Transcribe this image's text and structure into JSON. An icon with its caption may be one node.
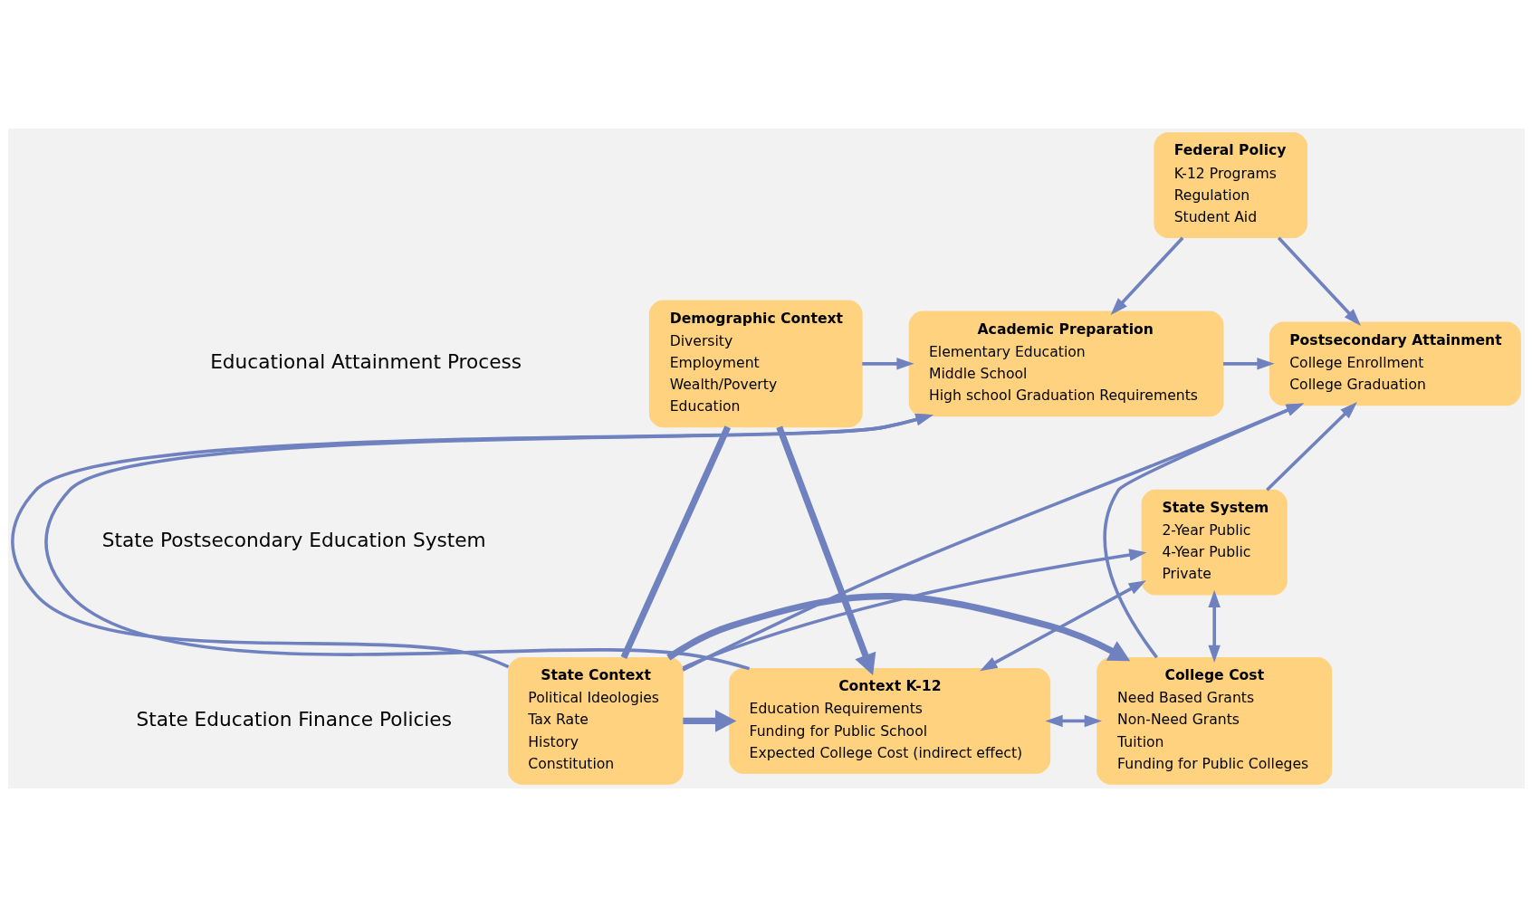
{
  "diagram": {
    "nodes": [
      {
        "text": [
          "Federal Policy",
          "K-12 Programs",
          "Regulation",
          "Student Aid"
        ]
      },
      {
        "text": [
          "Demographic Context",
          "Diversity",
          "Employment",
          "Wealth/Poverty",
          "Education"
        ]
      },
      {
        "text": [
          "Academic Preparation",
          "Elementary Education",
          "Middle School",
          "High school Graduation Requirements"
        ]
      },
      {
        "text": [
          "Postsecondary Attainment",
          "College Enrollment",
          "College Graduation"
        ]
      },
      {
        "text": [
          "State System",
          "2-Year Public",
          "4-Year Public",
          "Private"
        ]
      },
      {
        "text": [
          "State Context",
          "Political Ideologies",
          "Tax Rate",
          "History",
          "Constitution"
        ]
      },
      {
        "text": [
          "Context K-12",
          "Education Requirements",
          "Funding for Public School",
          "Expected College Cost (indirect effect)"
        ]
      },
      {
        "text": [
          "College Cost",
          "Need Based Grants",
          "Non-Need Grants",
          "Tuition",
          "Funding for Public Colleges"
        ]
      }
    ],
    "edges": [
      {
        "from": 0,
        "to": 2,
        "arrow": "to"
      },
      {
        "from": 0,
        "to": 3,
        "arrow": "to"
      },
      {
        "from": 1,
        "to": 2,
        "arrow": "to"
      },
      {
        "from": 2,
        "to": 3,
        "arrow": "to"
      },
      {
        "from": 1,
        "to": 6,
        "arrow": "to",
        "style": "thick"
      },
      {
        "from": 1,
        "to": 5,
        "arrow": "none",
        "style": "thick"
      },
      {
        "from": 5,
        "to": 2,
        "arrow": "to"
      },
      {
        "from": 5,
        "to": 3,
        "arrow": "to"
      },
      {
        "from": 5,
        "to": 4,
        "arrow": "to"
      },
      {
        "from": 6,
        "to": 2,
        "arrow": "to"
      },
      {
        "from": 4,
        "to": 3,
        "arrow": "to"
      },
      {
        "from": 6,
        "to": 4,
        "arrow": "both"
      },
      {
        "from": 4,
        "to": 7,
        "arrow": "both"
      },
      {
        "from": 6,
        "to": 7,
        "arrow": "both"
      },
      {
        "from": 7,
        "to": 3,
        "arrow": "to"
      },
      {
        "from": 5,
        "to": 6,
        "arrow": "to",
        "style": "thick"
      },
      {
        "from": 5,
        "to": 7,
        "arrow": "to",
        "style": "thick"
      }
    ],
    "labels": [
      "Educational Attainment Process",
      "State Postsecondary Education System",
      "State Education Finance Policies"
    ]
  }
}
